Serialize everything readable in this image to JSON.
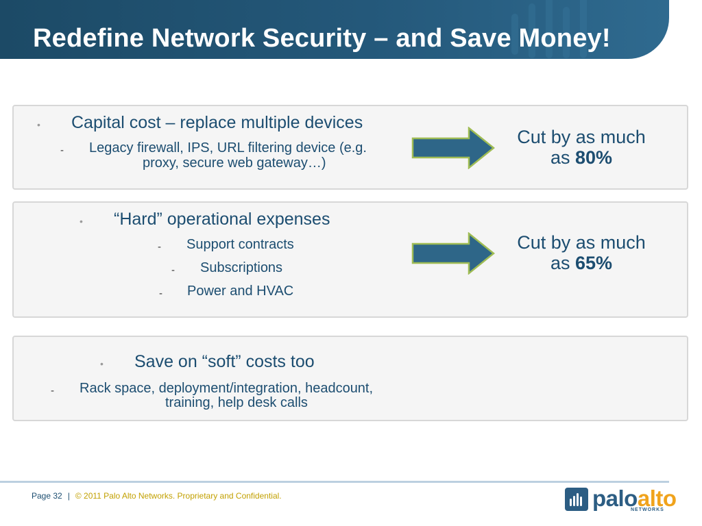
{
  "title": "Redefine Network Security – and Save Money!",
  "box1": {
    "bullet": "•",
    "heading": "Capital cost – replace multiple devices",
    "dash": "-",
    "sub_line1": "Legacy firewall, IPS, URL filtering device (e.g.",
    "sub_line2": "proxy, secure web gateway…)",
    "result_line1": "Cut by as much",
    "result_prefix": "as",
    "result_value": "80%"
  },
  "box2": {
    "bullet": "•",
    "heading": "“Hard” operational expenses",
    "dash": "-",
    "items": [
      "Support contracts",
      "Subscriptions",
      "Power and HVAC"
    ],
    "result_line1": "Cut by as much",
    "result_prefix": "as",
    "result_value": "65%"
  },
  "box3": {
    "bullet": "•",
    "heading": "Save on “soft” costs too",
    "dash": "-",
    "sub_line1": "Rack space, deployment/integration, headcount,",
    "sub_line2": "training, help desk calls"
  },
  "footer": {
    "page_label": "Page 32",
    "separator": "|",
    "copyright": "© 2011 Palo Alto Networks. Proprietary and Confidential."
  },
  "logo": {
    "part1": "palo",
    "part2": "alto",
    "sub": "NETWORKS"
  },
  "colors": {
    "banner": "#1c4a66",
    "text_blue": "#1c4d70",
    "arrow_fill": "#2e6688",
    "arrow_stroke": "#9fbc54",
    "logo_orange": "#f0a31c"
  }
}
